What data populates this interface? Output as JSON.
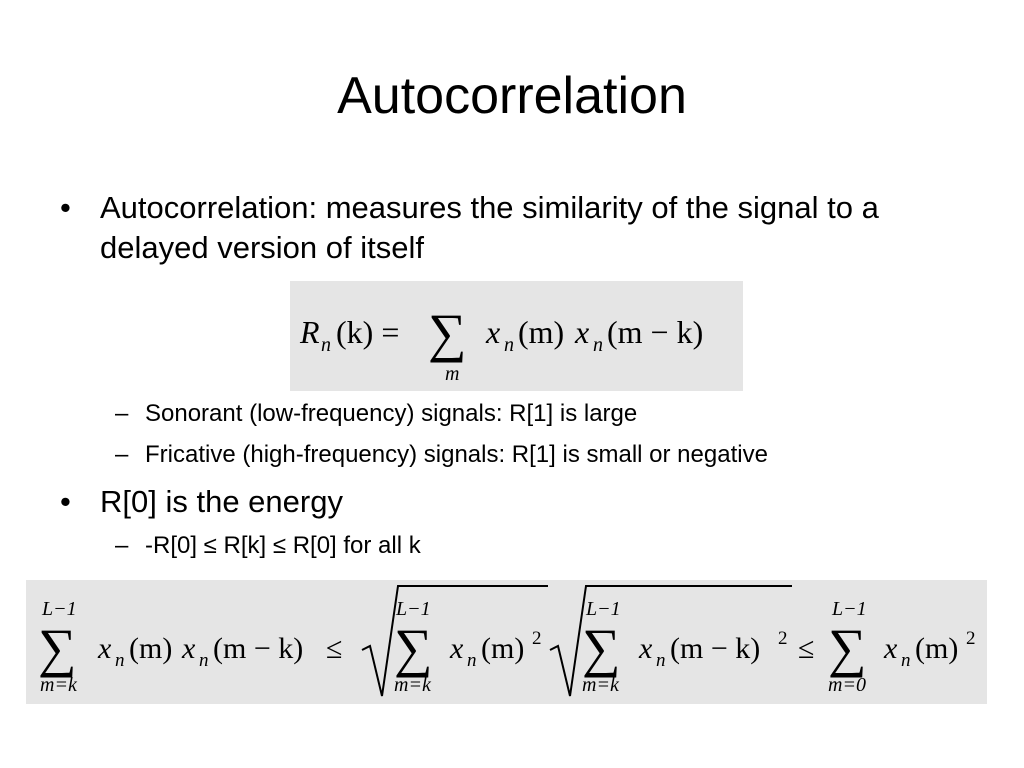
{
  "slide": {
    "title": "Autocorrelation",
    "bullets": [
      {
        "line1": "Autocorrelation: measures the similarity of the signal to a",
        "line2": "delayed version of itself",
        "marker": "•"
      },
      {
        "line1": "R[0] is the energy",
        "marker": "•"
      }
    ],
    "subbullets_1": [
      {
        "marker": "–",
        "text": "Sonorant (low-frequency) signals: R[1] is large"
      },
      {
        "marker": "–",
        "text": "Fricative (high-frequency) signals: R[1] is small or negative"
      }
    ],
    "subbullets_2": [
      {
        "marker": "–",
        "text": "-R[0] ≤ R[k] ≤ R[0] for all k"
      }
    ],
    "equation_1": {
      "lhs": "R",
      "lhs_sub": "n",
      "lhs_arg": "(k) =",
      "sum": "∑",
      "sum_sub": "m",
      "rhs_a": "x",
      "rhs_a_sub": "n",
      "rhs_a_arg": "(m)",
      "rhs_b": "x",
      "rhs_b_sub": "n",
      "rhs_b_arg": "(m − k)"
    },
    "equation_2": {
      "sum": "∑",
      "upper": "L−1",
      "lower_k": "m=k",
      "lower_0": "m=0",
      "x": "x",
      "n": "n",
      "term_lhs": "(m)",
      "term_lhs_b": "(m − k)",
      "leq": "≤",
      "term_m": "(m)",
      "term_mk": "(m − k)",
      "sq": "2"
    },
    "colors": {
      "equation_background": "#e5e5e5",
      "text": "#000000"
    }
  }
}
